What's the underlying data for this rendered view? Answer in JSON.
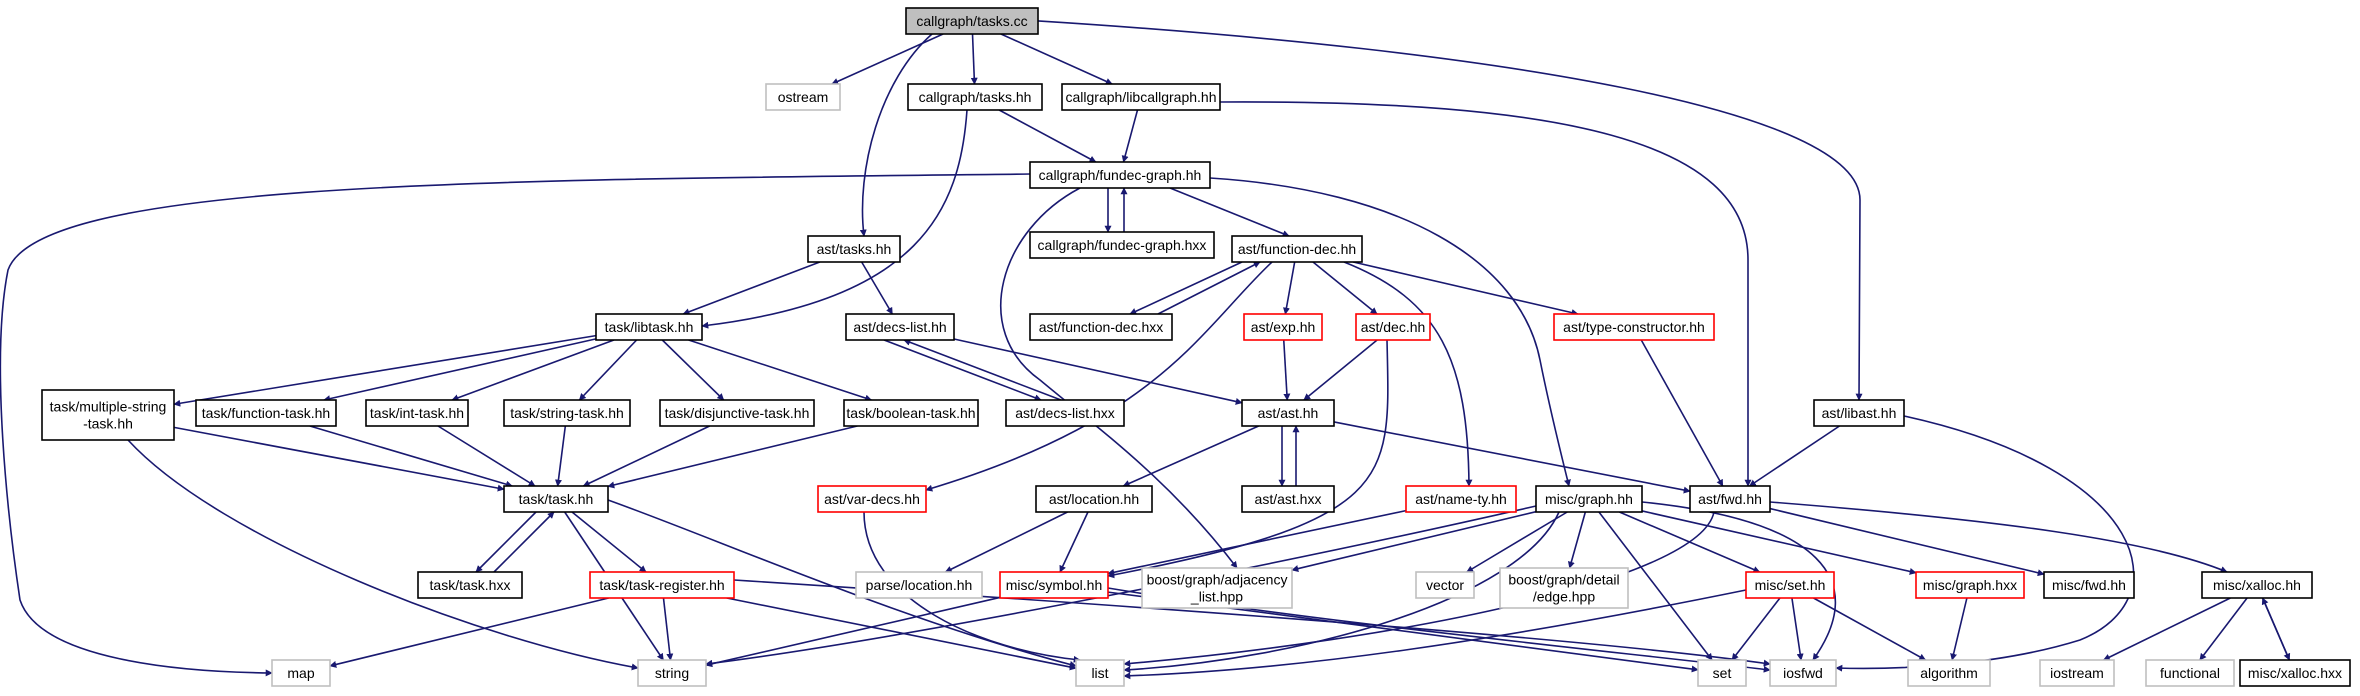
{
  "colors": {
    "edge": "#191970",
    "border_normal": "#000000",
    "border_incomplete": "#ff0000",
    "border_external": "#bfbfbf",
    "fill_root": "#bfbfbf",
    "fill_default": "#ffffff",
    "text": "#000000"
  },
  "nodes": [
    {
      "id": "callgraph_tasks_cc",
      "label": "callgraph/tasks.cc",
      "kind": "root"
    },
    {
      "id": "ostream",
      "label": "ostream",
      "kind": "external"
    },
    {
      "id": "callgraph_tasks_hh",
      "label": "callgraph/tasks.hh",
      "kind": "normal"
    },
    {
      "id": "callgraph_libcallgraph_hh",
      "label": "callgraph/libcallgraph.hh",
      "kind": "normal"
    },
    {
      "id": "callgraph_fundec_graph_hh",
      "label": "callgraph/fundec-graph.hh",
      "kind": "normal"
    },
    {
      "id": "callgraph_fundec_graph_hxx",
      "label": "callgraph/fundec-graph.hxx",
      "kind": "normal"
    },
    {
      "id": "ast_tasks_hh",
      "label": "ast/tasks.hh",
      "kind": "normal"
    },
    {
      "id": "ast_function_dec_hh",
      "label": "ast/function-dec.hh",
      "kind": "normal"
    },
    {
      "id": "ast_function_dec_hxx",
      "label": "ast/function-dec.hxx",
      "kind": "normal"
    },
    {
      "id": "ast_exp_hh",
      "label": "ast/exp.hh",
      "kind": "incomplete"
    },
    {
      "id": "ast_dec_hh",
      "label": "ast/dec.hh",
      "kind": "incomplete"
    },
    {
      "id": "ast_type_constructor_hh",
      "label": "ast/type-constructor.hh",
      "kind": "incomplete"
    },
    {
      "id": "task_libtask_hh",
      "label": "task/libtask.hh",
      "kind": "normal"
    },
    {
      "id": "ast_decs_list_hh",
      "label": "ast/decs-list.hh",
      "kind": "normal"
    },
    {
      "id": "ast_decs_list_hxx",
      "label": "ast/decs-list.hxx",
      "kind": "normal"
    },
    {
      "id": "task_multiple_string_task_hh",
      "label": "task/multiple-string\n-task.hh",
      "kind": "normal"
    },
    {
      "id": "task_function_task_hh",
      "label": "task/function-task.hh",
      "kind": "normal"
    },
    {
      "id": "task_int_task_hh",
      "label": "task/int-task.hh",
      "kind": "normal"
    },
    {
      "id": "task_string_task_hh",
      "label": "task/string-task.hh",
      "kind": "normal"
    },
    {
      "id": "task_disjunctive_task_hh",
      "label": "task/disjunctive-task.hh",
      "kind": "normal"
    },
    {
      "id": "task_boolean_task_hh",
      "label": "task/boolean-task.hh",
      "kind": "normal"
    },
    {
      "id": "ast_ast_hh",
      "label": "ast/ast.hh",
      "kind": "normal"
    },
    {
      "id": "ast_ast_hxx",
      "label": "ast/ast.hxx",
      "kind": "normal"
    },
    {
      "id": "ast_libast_hh",
      "label": "ast/libast.hh",
      "kind": "normal"
    },
    {
      "id": "task_task_hh",
      "label": "task/task.hh",
      "kind": "normal"
    },
    {
      "id": "task_task_hxx",
      "label": "task/task.hxx",
      "kind": "normal"
    },
    {
      "id": "ast_var_decs_hh",
      "label": "ast/var-decs.hh",
      "kind": "incomplete"
    },
    {
      "id": "ast_location_hh",
      "label": "ast/location.hh",
      "kind": "normal"
    },
    {
      "id": "ast_name_ty_hh",
      "label": "ast/name-ty.hh",
      "kind": "incomplete"
    },
    {
      "id": "misc_graph_hh",
      "label": "misc/graph.hh",
      "kind": "normal"
    },
    {
      "id": "ast_fwd_hh",
      "label": "ast/fwd.hh",
      "kind": "normal"
    },
    {
      "id": "task_task_register_hh",
      "label": "task/task-register.hh",
      "kind": "incomplete"
    },
    {
      "id": "parse_location_hh",
      "label": "parse/location.hh",
      "kind": "external"
    },
    {
      "id": "misc_symbol_hh",
      "label": "misc/symbol.hh",
      "kind": "incomplete"
    },
    {
      "id": "boost_adjacency_list_hpp",
      "label": "boost/graph/adjacency\n_list.hpp",
      "kind": "external"
    },
    {
      "id": "vector",
      "label": "vector",
      "kind": "external"
    },
    {
      "id": "boost_edge_hpp",
      "label": "boost/graph/detail\n/edge.hpp",
      "kind": "external"
    },
    {
      "id": "misc_set_hh",
      "label": "misc/set.hh",
      "kind": "incomplete"
    },
    {
      "id": "misc_graph_hxx",
      "label": "misc/graph.hxx",
      "kind": "incomplete"
    },
    {
      "id": "misc_fwd_hh",
      "label": "misc/fwd.hh",
      "kind": "normal"
    },
    {
      "id": "misc_xalloc_hh",
      "label": "misc/xalloc.hh",
      "kind": "normal"
    },
    {
      "id": "map",
      "label": "map",
      "kind": "external"
    },
    {
      "id": "string",
      "label": "string",
      "kind": "external"
    },
    {
      "id": "list",
      "label": "list",
      "kind": "external"
    },
    {
      "id": "set",
      "label": "set",
      "kind": "external"
    },
    {
      "id": "iosfwd",
      "label": "iosfwd",
      "kind": "external"
    },
    {
      "id": "algorithm",
      "label": "algorithm",
      "kind": "external"
    },
    {
      "id": "iostream",
      "label": "iostream",
      "kind": "external"
    },
    {
      "id": "functional",
      "label": "functional",
      "kind": "external"
    },
    {
      "id": "misc_xalloc_hxx",
      "label": "misc/xalloc.hxx",
      "kind": "normal"
    }
  ],
  "edges": [
    {
      "from": "callgraph_tasks_cc",
      "to": "ostream"
    },
    {
      "from": "callgraph_tasks_cc",
      "to": "callgraph_tasks_hh"
    },
    {
      "from": "callgraph_tasks_cc",
      "to": "callgraph_libcallgraph_hh"
    },
    {
      "from": "callgraph_tasks_cc",
      "to": "ast_tasks_hh"
    },
    {
      "from": "callgraph_tasks_cc",
      "to": "ast_libast_hh"
    },
    {
      "from": "callgraph_tasks_hh",
      "to": "callgraph_fundec_graph_hh"
    },
    {
      "from": "callgraph_tasks_hh",
      "to": "task_libtask_hh"
    },
    {
      "from": "callgraph_libcallgraph_hh",
      "to": "callgraph_fundec_graph_hh"
    },
    {
      "from": "callgraph_libcallgraph_hh",
      "to": "ast_fwd_hh"
    },
    {
      "from": "callgraph_fundec_graph_hh",
      "to": "callgraph_fundec_graph_hxx"
    },
    {
      "from": "callgraph_fundec_graph_hxx",
      "to": "callgraph_fundec_graph_hh"
    },
    {
      "from": "callgraph_fundec_graph_hh",
      "to": "ast_function_dec_hh"
    },
    {
      "from": "callgraph_fundec_graph_hh",
      "to": "misc_graph_hh"
    },
    {
      "from": "callgraph_fundec_graph_hh",
      "to": "map"
    },
    {
      "from": "callgraph_fundec_graph_hh",
      "to": "boost_adjacency_list_hpp"
    },
    {
      "from": "ast_tasks_hh",
      "to": "task_libtask_hh"
    },
    {
      "from": "ast_tasks_hh",
      "to": "ast_decs_list_hh"
    },
    {
      "from": "ast_function_dec_hh",
      "to": "ast_function_dec_hxx"
    },
    {
      "from": "ast_function_dec_hxx",
      "to": "ast_function_dec_hh"
    },
    {
      "from": "ast_function_dec_hh",
      "to": "ast_exp_hh"
    },
    {
      "from": "ast_function_dec_hh",
      "to": "ast_dec_hh"
    },
    {
      "from": "ast_function_dec_hh",
      "to": "ast_type_constructor_hh"
    },
    {
      "from": "ast_function_dec_hh",
      "to": "ast_var_decs_hh"
    },
    {
      "from": "ast_function_dec_hh",
      "to": "ast_name_ty_hh"
    },
    {
      "from": "ast_exp_hh",
      "to": "ast_ast_hh"
    },
    {
      "from": "ast_dec_hh",
      "to": "ast_ast_hh"
    },
    {
      "from": "ast_dec_hh",
      "to": "misc_symbol_hh"
    },
    {
      "from": "ast_type_constructor_hh",
      "to": "ast_fwd_hh"
    },
    {
      "from": "task_libtask_hh",
      "to": "task_multiple_string_task_hh"
    },
    {
      "from": "task_libtask_hh",
      "to": "task_function_task_hh"
    },
    {
      "from": "task_libtask_hh",
      "to": "task_int_task_hh"
    },
    {
      "from": "task_libtask_hh",
      "to": "task_string_task_hh"
    },
    {
      "from": "task_libtask_hh",
      "to": "task_disjunctive_task_hh"
    },
    {
      "from": "task_libtask_hh",
      "to": "task_boolean_task_hh"
    },
    {
      "from": "ast_decs_list_hh",
      "to": "ast_decs_list_hxx"
    },
    {
      "from": "ast_decs_list_hxx",
      "to": "ast_decs_list_hh"
    },
    {
      "from": "ast_decs_list_hh",
      "to": "ast_ast_hh"
    },
    {
      "from": "task_multiple_string_task_hh",
      "to": "task_task_hh"
    },
    {
      "from": "task_multiple_string_task_hh",
      "to": "string"
    },
    {
      "from": "task_function_task_hh",
      "to": "task_task_hh"
    },
    {
      "from": "task_int_task_hh",
      "to": "task_task_hh"
    },
    {
      "from": "task_string_task_hh",
      "to": "task_task_hh"
    },
    {
      "from": "task_disjunctive_task_hh",
      "to": "task_task_hh"
    },
    {
      "from": "task_boolean_task_hh",
      "to": "task_task_hh"
    },
    {
      "from": "ast_ast_hh",
      "to": "ast_ast_hxx"
    },
    {
      "from": "ast_ast_hxx",
      "to": "ast_ast_hh"
    },
    {
      "from": "ast_ast_hh",
      "to": "ast_location_hh"
    },
    {
      "from": "ast_ast_hh",
      "to": "ast_fwd_hh"
    },
    {
      "from": "ast_libast_hh",
      "to": "ast_fwd_hh"
    },
    {
      "from": "ast_libast_hh",
      "to": "iosfwd"
    },
    {
      "from": "task_task_hh",
      "to": "task_task_hxx"
    },
    {
      "from": "task_task_hxx",
      "to": "task_task_hh"
    },
    {
      "from": "task_task_hh",
      "to": "task_task_register_hh"
    },
    {
      "from": "task_task_hh",
      "to": "string"
    },
    {
      "from": "task_task_hh",
      "to": "list"
    },
    {
      "from": "ast_var_decs_hh",
      "to": "list"
    },
    {
      "from": "ast_location_hh",
      "to": "parse_location_hh"
    },
    {
      "from": "ast_location_hh",
      "to": "misc_symbol_hh"
    },
    {
      "from": "ast_name_ty_hh",
      "to": "misc_symbol_hh"
    },
    {
      "from": "misc_graph_hh",
      "to": "boost_adjacency_list_hpp"
    },
    {
      "from": "misc_graph_hh",
      "to": "vector"
    },
    {
      "from": "misc_graph_hh",
      "to": "boost_edge_hpp"
    },
    {
      "from": "misc_graph_hh",
      "to": "misc_set_hh"
    },
    {
      "from": "misc_graph_hh",
      "to": "misc_graph_hxx"
    },
    {
      "from": "misc_graph_hh",
      "to": "string"
    },
    {
      "from": "misc_graph_hh",
      "to": "list"
    },
    {
      "from": "misc_graph_hh",
      "to": "set"
    },
    {
      "from": "misc_graph_hh",
      "to": "iosfwd"
    },
    {
      "from": "ast_fwd_hh",
      "to": "list"
    },
    {
      "from": "ast_fwd_hh",
      "to": "misc_fwd_hh"
    },
    {
      "from": "ast_fwd_hh",
      "to": "misc_xalloc_hh"
    },
    {
      "from": "task_task_register_hh",
      "to": "map"
    },
    {
      "from": "task_task_register_hh",
      "to": "string"
    },
    {
      "from": "task_task_register_hh",
      "to": "list"
    },
    {
      "from": "task_task_register_hh",
      "to": "iosfwd"
    },
    {
      "from": "misc_symbol_hh",
      "to": "string"
    },
    {
      "from": "misc_symbol_hh",
      "to": "set"
    },
    {
      "from": "misc_symbol_hh",
      "to": "iosfwd"
    },
    {
      "from": "misc_set_hh",
      "to": "list"
    },
    {
      "from": "misc_set_hh",
      "to": "set"
    },
    {
      "from": "misc_set_hh",
      "to": "iosfwd"
    },
    {
      "from": "misc_set_hh",
      "to": "algorithm"
    },
    {
      "from": "misc_graph_hxx",
      "to": "algorithm"
    },
    {
      "from": "misc_xalloc_hh",
      "to": "iostream"
    },
    {
      "from": "misc_xalloc_hh",
      "to": "functional"
    },
    {
      "from": "misc_xalloc_hh",
      "to": "misc_xalloc_hxx"
    },
    {
      "from": "misc_xalloc_hxx",
      "to": "misc_xalloc_hh"
    }
  ]
}
